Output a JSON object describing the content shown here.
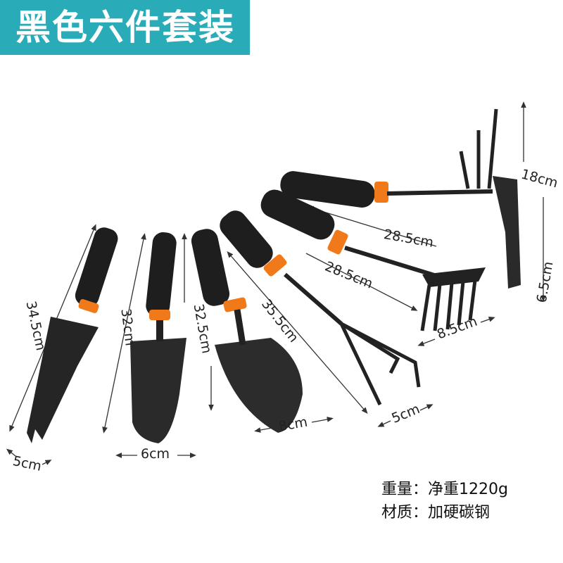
{
  "banner": {
    "title": "黑色六件套装",
    "color": "#2aacb8"
  },
  "dimensions": {
    "trowel_narrow_length": "34.5cm",
    "trowel_narrow_width": "5cm",
    "trowel_small_length": "32cm",
    "trowel_small_width": "6cm",
    "shovel_length": "32.5cm",
    "shovel_width": "8cm",
    "cultivator_length": "35.5cm",
    "cultivator_width": "5cm",
    "rake_length": "28.5cm",
    "rake_width": "8.5cm",
    "hoe_length": "28.5cm",
    "hoe_fork_length": "18cm",
    "hoe_blade_width": "6.5cm"
  },
  "specs": {
    "weight": "重量：净重1220g",
    "material": "材质：加硬碳钢"
  },
  "colors": {
    "handle": "#1e1e1e",
    "collar": "#f07a1a",
    "metal": "#2a2a2a"
  }
}
